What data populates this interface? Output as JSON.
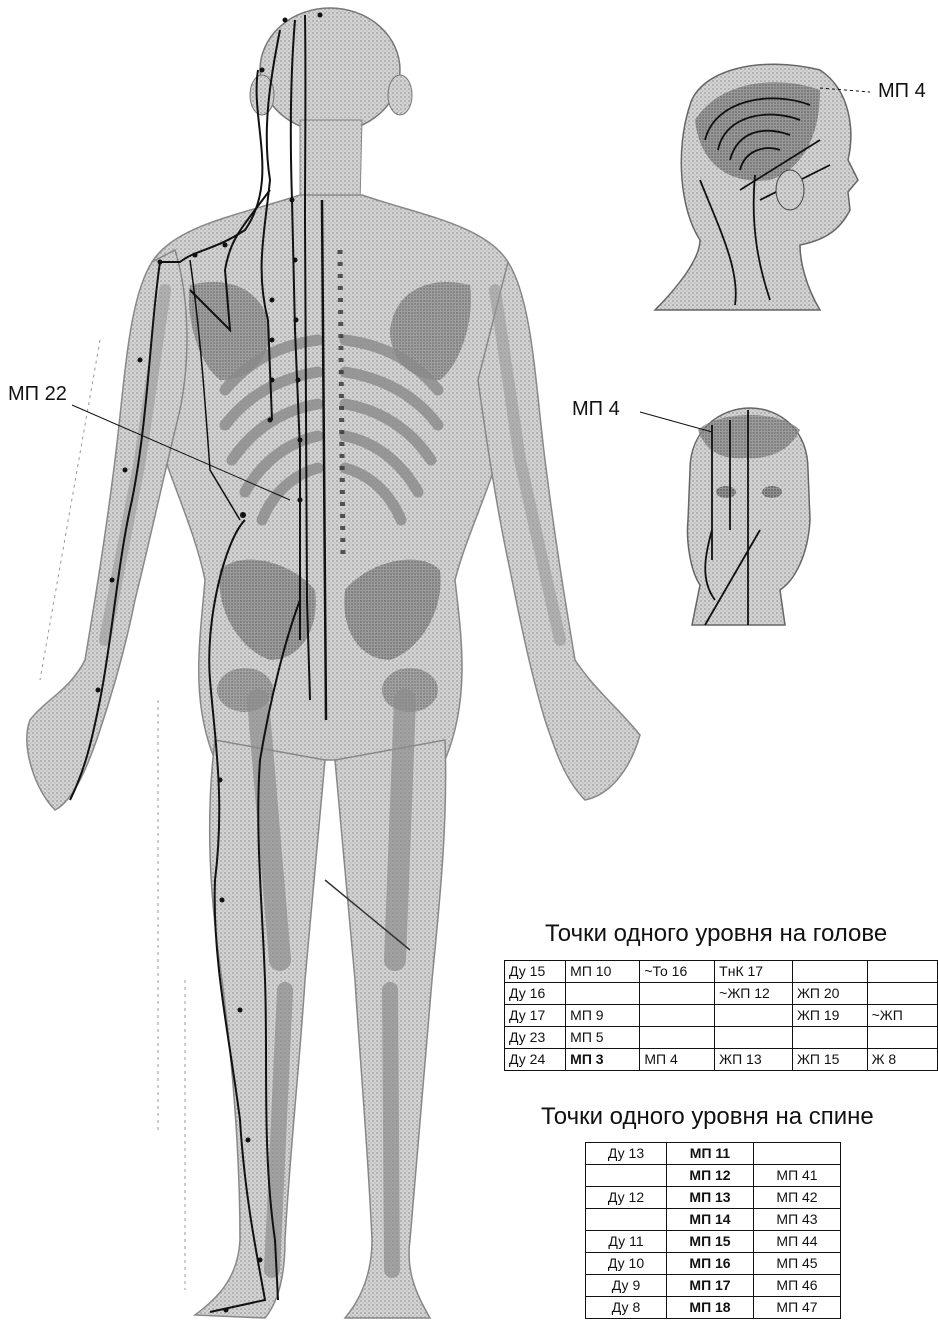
{
  "labels": {
    "mp22": "МП 22",
    "mp4_side": "МП 4",
    "mp4_front": "МП 4"
  },
  "head_table": {
    "title": "Точки одного уровня на голове",
    "rows": [
      [
        "Ду 15",
        "МП 10",
        "~То 16",
        "ТнК 17",
        "",
        ""
      ],
      [
        "Ду 16",
        "",
        "",
        "~ЖП 12",
        "ЖП 20",
        ""
      ],
      [
        "Ду 17",
        "МП 9",
        "",
        "",
        "ЖП 19",
        "~ЖП"
      ],
      [
        "Ду 23",
        "МП 5",
        "",
        "",
        "",
        ""
      ],
      [
        "Ду 24",
        "МП 3",
        "МП 4",
        "ЖП 13",
        "ЖП 15",
        "Ж 8"
      ]
    ],
    "bold_cells": [
      "4.1"
    ]
  },
  "back_table": {
    "title": "Точки одного уровня на спине",
    "rows": [
      [
        "Ду 13",
        "МП 11",
        ""
      ],
      [
        "",
        "МП 12",
        "МП 41"
      ],
      [
        "Ду 12",
        "МП 13",
        "МП 42"
      ],
      [
        "",
        "МП 14",
        "МП 43"
      ],
      [
        "Ду 11",
        "МП 15",
        "МП 44"
      ],
      [
        "Ду 10",
        "МП 16",
        "МП 45"
      ],
      [
        "Ду 9",
        "МП 17",
        "МП 46"
      ],
      [
        "Ду 8",
        "МП 18",
        "МП 47"
      ]
    ],
    "bold_column": 1
  },
  "colors": {
    "body_fill": "#c9c9c9",
    "bone_fill": "#8c8c8c",
    "meridian_line": "#111111"
  }
}
